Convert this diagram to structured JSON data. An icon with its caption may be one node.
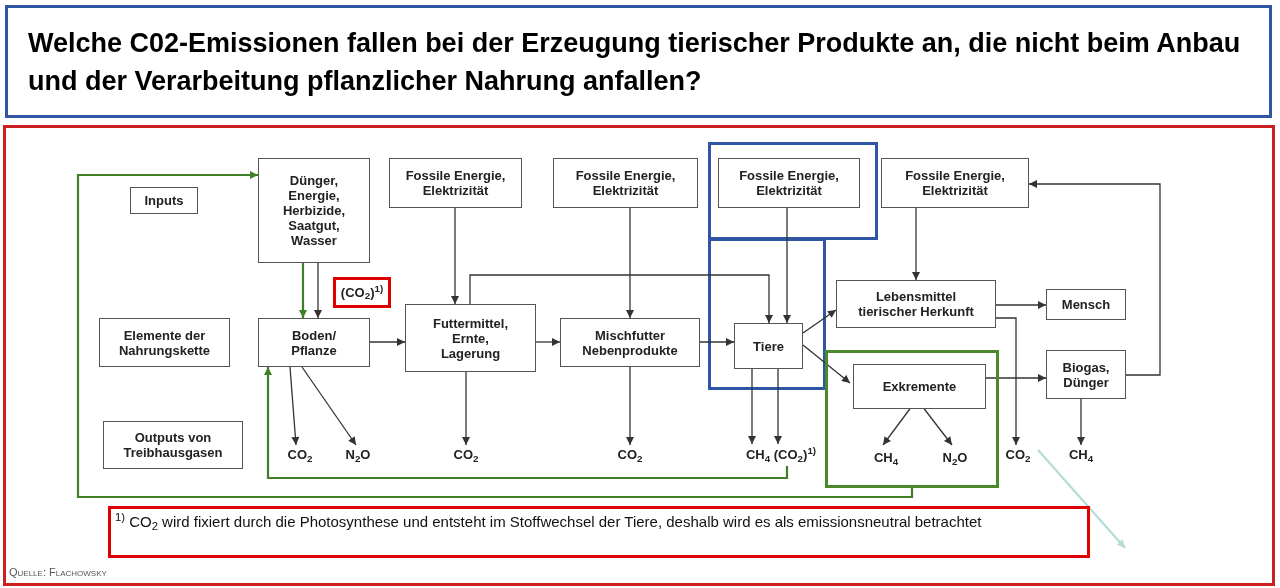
{
  "diagram": {
    "title": "Welche C02-Emissionen fallen bei der Erzeugung tierischer Produkte an, die nicht beim Anbau und der Verarbeitung pflanzlicher Nahrung anfallen?",
    "nodes": [
      {
        "text": [
          "Inputs"
        ]
      },
      {
        "text": [
          "Dünger, Energie, Herbizide, Saatgut, Wasser"
        ]
      },
      {
        "text": [
          "Fossile Energie, Elektrizität"
        ]
      },
      {
        "text": [
          "Fossile Energie, Elektrizität"
        ]
      },
      {
        "text": [
          "Fossile Energie, Elektrizität"
        ]
      },
      {
        "text": [
          "Fossile Energie, Elektrizität"
        ]
      },
      {
        "text": [
          "(CO$_{2}$)$^{1)}$"
        ]
      },
      {
        "text": [
          "Elemente der Nahrungskette"
        ]
      },
      {
        "text": [
          "Boden/ Pflanze"
        ]
      },
      {
        "text": [
          "Futtermittel, Ernte, Lagerung"
        ]
      },
      {
        "text": [
          "Mischfutter Nebenprodukte"
        ]
      },
      {
        "text": [
          "Tiere"
        ]
      },
      {
        "text": [
          "Lebensmittel tierischer Herkunft"
        ]
      },
      {
        "text": [
          "Mensch"
        ]
      },
      {
        "text": [],
        "shape": "box"
      },
      {
        "text": [
          "Exkremente"
        ],
        "in": 14
      },
      {
        "text": [
          "Biogas, Dünger"
        ]
      },
      {
        "text": [
          "Outputs von Treibhausgasen"
        ]
      },
      {
        "text": [
          "CO$_{2}$"
        ]
      },
      {
        "text": [
          "N$_{2}$O"
        ]
      },
      {
        "text": [
          "CO$_{2}$"
        ]
      },
      {
        "text": [
          "CO$_{2}$"
        ]
      },
      {
        "text": [
          "CH$_{4}$ (CO$_{2}$)$^{1)}$"
        ]
      },
      {
        "text": [
          "CH$_{4}$"
        ],
        "in": 14
      },
      {
        "text": [
          "N$_{2}$O"
        ],
        "in": 14
      },
      {
        "text": [
          "CO$_{2}$"
        ]
      },
      {
        "text": [
          "CH$_{4}$"
        ]
      },
      {
        "text": [
          "$^{1)}$ CO$_{2}$ wird fixiert durch die Photosynthese und entsteht im Stoffwechsel der Tiere, deshalb wird es als emissionsneutral betrachtet"
        ]
      }
    ],
    "edges": [
      {
        "from": 1,
        "to": 8,
        "arrow": "to",
        "color": "#3f7f26"
      },
      {
        "from": 1,
        "to": 8,
        "arrow": "to"
      },
      {
        "from": 2,
        "to": 9,
        "arrow": "to"
      },
      {
        "from": 3,
        "to": 10,
        "arrow": "to"
      },
      {
        "from": 4,
        "to": 11,
        "arrow": "to"
      },
      {
        "from": 5,
        "to": 12,
        "arrow": "to"
      },
      {
        "from": 8,
        "to": 9,
        "arrow": "to"
      },
      {
        "from": 9,
        "to": 10,
        "arrow": "to"
      },
      {
        "from": 10,
        "to": 11,
        "arrow": "to"
      },
      {
        "from": 9,
        "to": 11,
        "arrow": "to"
      },
      {
        "from": 11,
        "to": 12,
        "arrow": "to"
      },
      {
        "from": 11,
        "to": 15,
        "arrow": "to"
      },
      {
        "from": 12,
        "to": 13,
        "arrow": "to"
      },
      {
        "from": 12,
        "to": 25,
        "arrow": "to"
      },
      {
        "from": 15,
        "to": 16,
        "arrow": "to"
      },
      {
        "from": 16,
        "to": 5,
        "arrow": "to"
      },
      {
        "from": 8,
        "to": 18,
        "arrow": "to"
      },
      {
        "from": 8,
        "to": 19,
        "arrow": "to"
      },
      {
        "from": 9,
        "to": 20,
        "arrow": "to"
      },
      {
        "from": 10,
        "to": 21,
        "arrow": "to"
      },
      {
        "from": 11,
        "to": 22,
        "arrow": "to"
      },
      {
        "from": 11,
        "to": 22,
        "arrow": "to"
      },
      {
        "from": 15,
        "to": 23,
        "arrow": "to"
      },
      {
        "from": 15,
        "to": 24,
        "arrow": "to"
      },
      {
        "from": 16,
        "to": 26,
        "arrow": "to"
      },
      {
        "from": 22,
        "to": 8,
        "arrow": "to",
        "color": "#3f7f26"
      },
      {
        "from": 14,
        "to": 1,
        "arrow": "to",
        "color": "#3f7f26"
      },
      {
        "from": 25,
        "to": null,
        "arrow": "to",
        "color": "#b5dcd5"
      }
    ],
    "labels": [
      "Quelle: Flachowsky"
    ]
  }
}
